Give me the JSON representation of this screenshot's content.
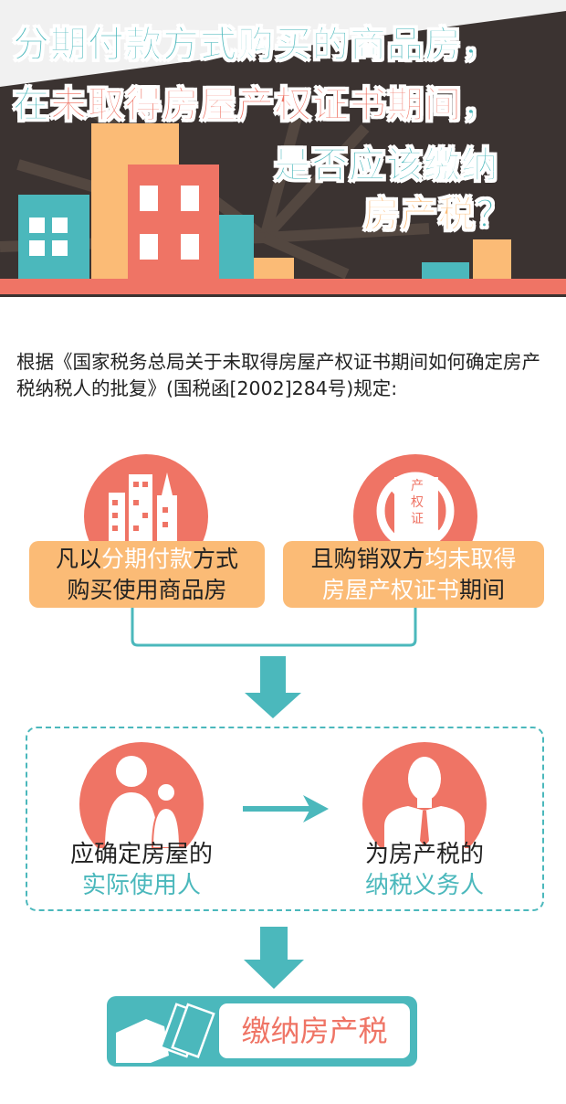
{
  "header": {
    "title_line1": "分期付款方式购买的商品房，",
    "title_line2_prefix": "在",
    "title_line2_highlight": "未取得房屋产权证书期间",
    "title_line2_suffix": "，",
    "title_line3": "是否应该缴纳",
    "title_line4": "房产税",
    "title_line4_mark": "？"
  },
  "intro": "根据《国家税务总局关于未取得房屋产权证书期间如何确定房产税纳税人的批复》(国税函[2002]284号)规定:",
  "conditions": [
    {
      "parts": [
        {
          "text": "凡以",
          "hl": false
        },
        {
          "text": "分期付款",
          "hl": true
        },
        {
          "text": "方式",
          "hl": false
        }
      ],
      "line2": "购买使用商品房"
    },
    {
      "line1_a": "且购销双方",
      "line1_b": "均未取得",
      "line2_a": "房屋产权证书",
      "line2_b": "期间"
    }
  ],
  "certificate_icon_text": [
    "产",
    "权",
    "证"
  ],
  "result": {
    "left_line1": "应确定房屋的",
    "left_line2": "实际使用人",
    "right_line1": "为房产税的",
    "right_line2": "纳税义务人"
  },
  "final_label": "缴纳房产税",
  "colors": {
    "teal": "#4bb8bc",
    "coral": "#ef7465",
    "orange": "#fbbb76",
    "dark": "#3b3331"
  }
}
